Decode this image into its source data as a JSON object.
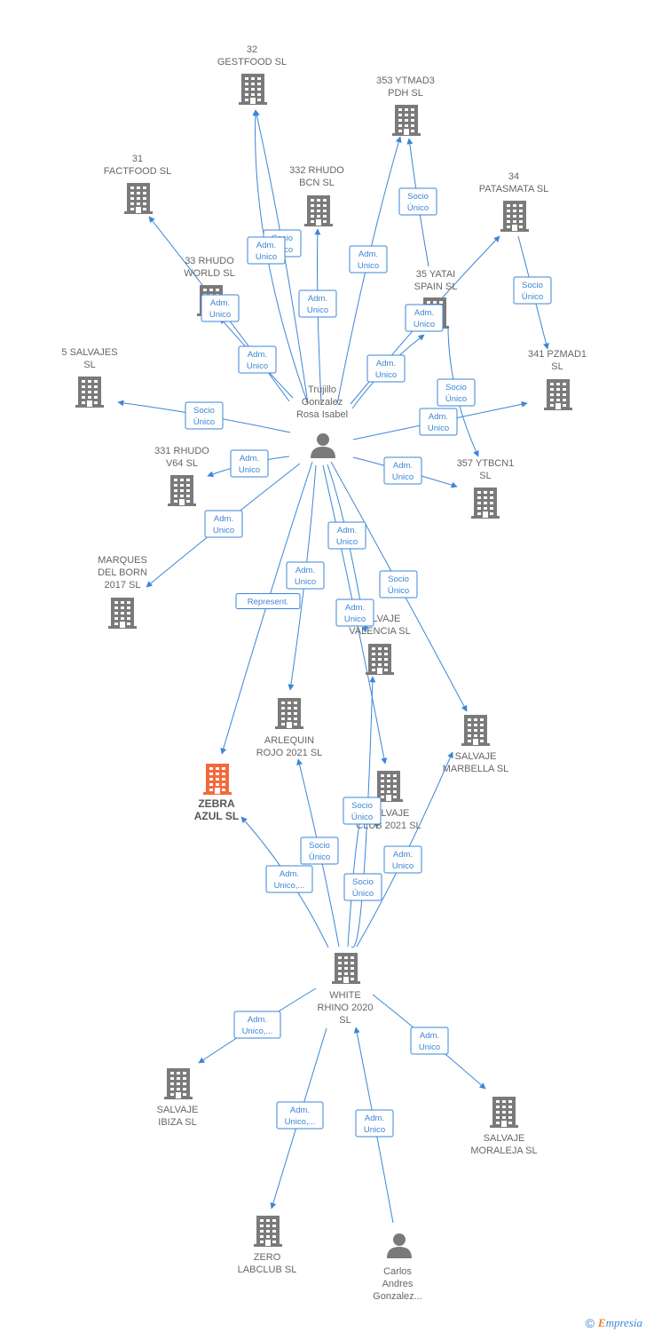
{
  "colors": {
    "building": "#7a7a7a",
    "highlight": "#f26a3c",
    "person": "#7a7a7a",
    "edge": "#3b86d6"
  },
  "nodes": [
    {
      "id": "gestfood",
      "type": "company",
      "lines": [
        "32",
        "GESTFOOD  SL"
      ]
    },
    {
      "id": "ytmad3",
      "type": "company",
      "lines": [
        "353 YTMAD3",
        "PDH  SL"
      ]
    },
    {
      "id": "factfood",
      "type": "company",
      "lines": [
        "31",
        "FACTFOOD  SL"
      ]
    },
    {
      "id": "rhudobcn",
      "type": "company",
      "lines": [
        "332 RHUDO",
        "BCN  SL"
      ]
    },
    {
      "id": "patasmata",
      "type": "company",
      "lines": [
        "34",
        "PATASMATA  SL"
      ]
    },
    {
      "id": "rhudoworld",
      "type": "company",
      "lines": [
        "33 RHUDO",
        "WORLD  SL"
      ]
    },
    {
      "id": "yatai",
      "type": "company",
      "lines": [
        "35 YATAI",
        "SPAIN  SL"
      ]
    },
    {
      "id": "pzmad1",
      "type": "company",
      "lines": [
        "341 PZMAD1",
        "SL"
      ]
    },
    {
      "id": "salvajes",
      "type": "company",
      "lines": [
        "5 SALVAJES",
        "SL"
      ]
    },
    {
      "id": "trujillo",
      "type": "person",
      "lines": [
        "Trujillo",
        "Gonzalez",
        "Rosa Isabel"
      ]
    },
    {
      "id": "rhudov64",
      "type": "company",
      "lines": [
        "331 RHUDO",
        "V64  SL"
      ]
    },
    {
      "id": "ytbcn1",
      "type": "company",
      "lines": [
        "357 YTBCN1",
        "SL"
      ]
    },
    {
      "id": "marques",
      "type": "company",
      "lines": [
        "MARQUES",
        "DEL BORN",
        "2017  SL"
      ]
    },
    {
      "id": "valencia",
      "type": "company",
      "lines": [
        "SALVAJE",
        "VALENCIA  SL"
      ]
    },
    {
      "id": "arlequin",
      "type": "company",
      "lines": [
        "ARLEQUIN",
        "ROJO 2021  SL"
      ]
    },
    {
      "id": "marbella",
      "type": "company",
      "lines": [
        "SALVAJE",
        "MARBELLA  SL"
      ]
    },
    {
      "id": "zebra",
      "type": "company",
      "highlight": true,
      "lines": [
        "ZEBRA",
        "AZUL  SL"
      ]
    },
    {
      "id": "club",
      "type": "company",
      "lines": [
        "SALVAJE",
        "CLUB 2021  SL"
      ]
    },
    {
      "id": "whiterhino",
      "type": "company",
      "lines": [
        "WHITE",
        "RHINO 2020",
        "SL"
      ]
    },
    {
      "id": "ibiza",
      "type": "company",
      "lines": [
        "SALVAJE",
        "IBIZA  SL"
      ]
    },
    {
      "id": "moraleja",
      "type": "company",
      "lines": [
        "SALVAJE",
        "MORALEJA  SL"
      ]
    },
    {
      "id": "zero",
      "type": "company",
      "lines": [
        "ZERO",
        "LABCLUB  SL"
      ]
    },
    {
      "id": "carlos",
      "type": "person",
      "lines": [
        "Carlos",
        "Andres",
        "Gonzalez..."
      ]
    }
  ],
  "edges": [
    {
      "from": "trujillo",
      "to": "gestfood",
      "label": [
        "Socio",
        "Único"
      ]
    },
    {
      "from": "trujillo",
      "to": "gestfood",
      "label": [
        "Adm.",
        "Unico"
      ]
    },
    {
      "from": "trujillo",
      "to": "ytmad3",
      "label": [
        "Adm.",
        "Unico"
      ]
    },
    {
      "from": "yatai",
      "to": "ytmad3",
      "label": [
        "Socio",
        "Único"
      ]
    },
    {
      "from": "trujillo",
      "to": "factfood",
      "label": [
        "Adm.",
        "Unico"
      ]
    },
    {
      "from": "trujillo",
      "to": "rhudobcn",
      "label": [
        "Adm.",
        "Unico"
      ]
    },
    {
      "from": "trujillo",
      "to": "rhudoworld",
      "label": [
        "Adm.",
        "Unico"
      ]
    },
    {
      "from": "trujillo",
      "to": "patasmata",
      "label": [
        "Adm.",
        "Unico"
      ]
    },
    {
      "from": "trujillo",
      "to": "yatai",
      "label": [
        "Adm.",
        "Unico"
      ]
    },
    {
      "from": "patasmata",
      "to": "pzmad1",
      "label": [
        "Socio",
        "Único"
      ]
    },
    {
      "from": "trujillo",
      "to": "salvajes",
      "label": [
        "Socio",
        "Único"
      ]
    },
    {
      "from": "trujillo",
      "to": "pzmad1",
      "label": [
        "Adm.",
        "Unico"
      ]
    },
    {
      "from": "yatai",
      "to": "ytbcn1",
      "label": [
        "Socio",
        "Único"
      ]
    },
    {
      "from": "trujillo",
      "to": "rhudov64",
      "label": [
        "Adm.",
        "Unico"
      ]
    },
    {
      "from": "trujillo",
      "to": "ytbcn1",
      "label": [
        "Adm.",
        "Unico"
      ]
    },
    {
      "from": "trujillo",
      "to": "marques",
      "label": [
        "Adm.",
        "Unico"
      ]
    },
    {
      "from": "trujillo",
      "to": "valencia",
      "label": [
        "Adm.",
        "Unico"
      ]
    },
    {
      "from": "trujillo",
      "to": "arlequin",
      "label": [
        "Adm.",
        "Unico"
      ]
    },
    {
      "from": "trujillo",
      "to": "marbella",
      "label": [
        "Socio",
        "Único"
      ]
    },
    {
      "from": "trujillo",
      "to": "zebra",
      "label": [
        "Represent."
      ]
    },
    {
      "from": "trujillo",
      "to": "club",
      "label": [
        "Adm.",
        "Unico"
      ]
    },
    {
      "from": "whiterhino",
      "to": "zebra",
      "label": [
        "Adm.",
        "Unico,..."
      ]
    },
    {
      "from": "whiterhino",
      "to": "arlequin",
      "label": [
        "Socio",
        "Único"
      ]
    },
    {
      "from": "whiterhino",
      "to": "club",
      "label": [
        "Socio",
        "Único"
      ]
    },
    {
      "from": "whiterhino",
      "to": "valencia",
      "label": [
        "Socio",
        "Único"
      ]
    },
    {
      "from": "whiterhino",
      "to": "marbella",
      "label": [
        "Adm.",
        "Unico"
      ]
    },
    {
      "from": "whiterhino",
      "to": "ibiza",
      "label": [
        "Adm.",
        "Unico,..."
      ]
    },
    {
      "from": "whiterhino",
      "to": "moraleja",
      "label": [
        "Adm.",
        "Unico"
      ]
    },
    {
      "from": "whiterhino",
      "to": "zero",
      "label": [
        "Adm.",
        "Unico,..."
      ]
    },
    {
      "from": "carlos",
      "to": "whiterhino",
      "label": [
        "Adm.",
        "Unico"
      ]
    }
  ],
  "footer": {
    "copyright": "©",
    "brand_initial": "E",
    "brand_rest": "mpresia"
  }
}
